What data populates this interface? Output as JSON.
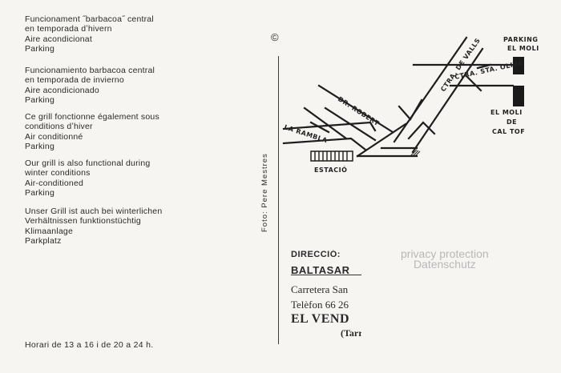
{
  "left_text": {
    "blocks": [
      [
        "Funcionament ˝barbacoa˝ central",
        "en  temporada dʼhivern",
        "Aire acondicionat",
        "Parking"
      ],
      [
        "Funcionamiento barbacoa central",
        "en temporada de invierno",
        "Aire acondicionado",
        "Parking"
      ],
      [
        "Ce grill fonctionne également sous",
        "conditions dʼhiver",
        "Air conditionné",
        "Parking"
      ],
      [
        "Our grill is also functional during",
        "winter conditions",
        "Air-conditioned",
        "Parking"
      ],
      [
        "Unser Grill ist auch bei winterlichen",
        "Verhältnissen funktionstüchtig",
        "Klimaanlage",
        "Parkplatz"
      ]
    ],
    "hours": "Horari de 13 a 16 i de 20 a 24 h."
  },
  "copyright": "©",
  "photo_credit": "Foto:  Pere  Mestres",
  "map": {
    "parking_line1": "PARKING",
    "parking_line2": "EL MOLI",
    "ctra_valls": "CTRA. DE VALLS",
    "ctra_oliva": "CTRA. STA. OLIVA",
    "dr_robert": "DR. ROBERT",
    "la_rambla": "LA RAMBLA",
    "estacio": "ESTACIÓ",
    "dest_line1": "EL MOLI",
    "dest_line2": "DE",
    "dest_line3": "CAL TOF"
  },
  "address": {
    "heading": "DIRECCIÓ:",
    "name": "BALTASAR",
    "street": "Carretera San",
    "phone": "Telèfon 66 26",
    "town": "EL VEND",
    "province": "(Tarr"
  },
  "watermark": {
    "line1": "privacy protection",
    "line2": "Datenschutz"
  }
}
